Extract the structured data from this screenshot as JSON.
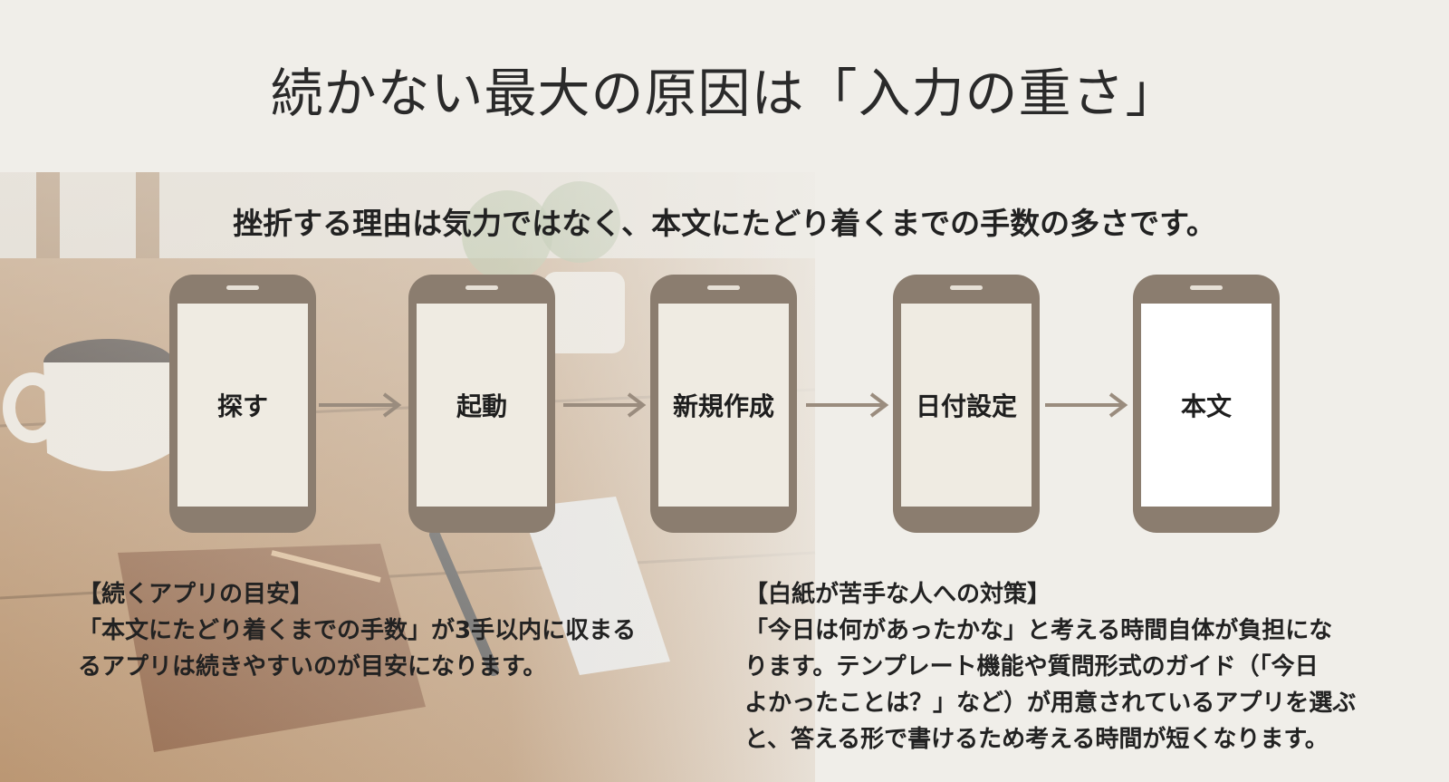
{
  "title": "続かない最大の原因は「入力の重さ」",
  "subtitle": "挫折する理由は気力ではなく、本文にたどり着くまでの手数の多さです。",
  "flow": {
    "steps": [
      "探す",
      "起動",
      "新規作成",
      "日付設定",
      "本文"
    ]
  },
  "notes": {
    "left": {
      "heading": "【続くアプリの目安】",
      "lines": [
        "「本文にたどり着くまでの手数」が3手以内に収まる",
        "るアプリは続きやすいのが目安になります。"
      ]
    },
    "right": {
      "heading": "【白紙が苦手な人への対策】",
      "lines": [
        "「今日は何があったかな」と考える時間自体が負担にな",
        "ります。テンプレート機能や質問形式のガイド（「今日",
        "よかったことは？」など）が用意されているアプリを選ぶ",
        "と、答える形で書けるため考える時間が短くなります。"
      ]
    }
  },
  "colors": {
    "background": "#f0eee9",
    "phone_body": "#8b7d6f",
    "phone_screen": "#efebe2",
    "phone_screen_final": "#ffffff",
    "arrow": "#9a8c7e",
    "text": "#222222"
  }
}
